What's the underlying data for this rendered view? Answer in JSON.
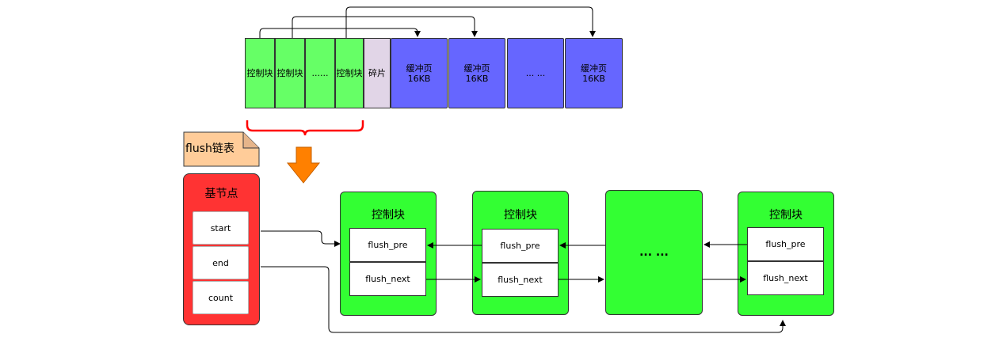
{
  "memory_row": {
    "control_blocks": [
      "控制块",
      "控制块",
      "......",
      "控制块"
    ],
    "fragment": "碎片",
    "buffer_pages": [
      "缓冲页\n16KB",
      "缓冲页\n16KB",
      "... ...",
      "缓冲页\n16KB"
    ]
  },
  "flush_list_label": "flush链表",
  "base_node": {
    "title": "基节点",
    "fields": [
      "start",
      "end",
      "count"
    ]
  },
  "list_nodes": [
    {
      "title": "控制块",
      "fields": [
        "flush_pre",
        "flush_next"
      ]
    },
    {
      "title": "控制块",
      "fields": [
        "flush_pre",
        "flush_next"
      ]
    },
    {
      "title": "",
      "dots": "... ..."
    },
    {
      "title": "控制块",
      "fields": [
        "flush_pre",
        "flush_next"
      ]
    }
  ],
  "colors": {
    "control_block": "#66ff66",
    "fragment": "#e1d5e7",
    "buffer_page": "#6666ff",
    "base_node": "#ff3333",
    "list_node": "#33ff33",
    "brace": "#ff0000",
    "down_arrow": "#ff8000",
    "label_bg": "#ffcc99"
  }
}
